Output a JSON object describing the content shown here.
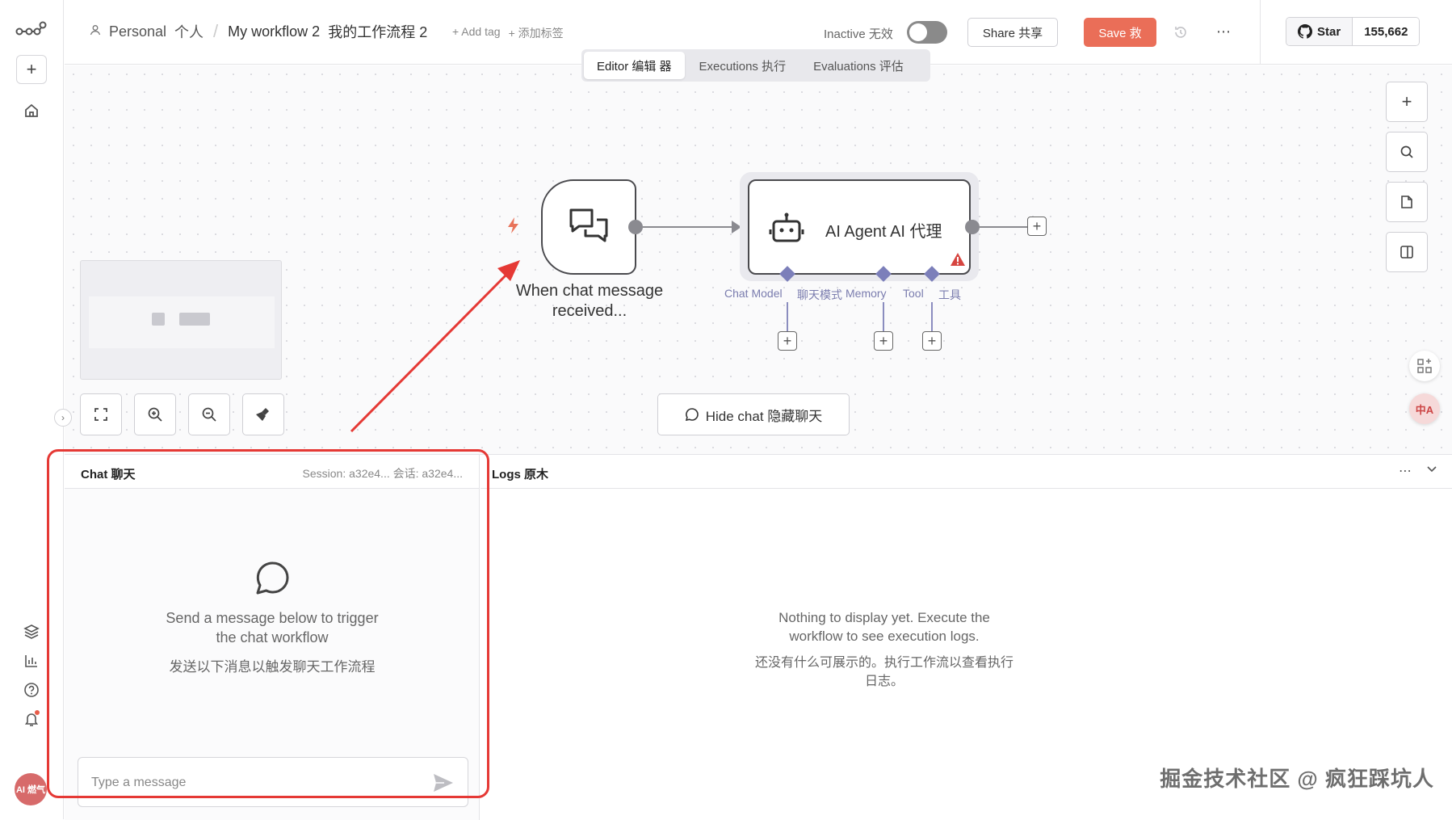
{
  "header": {
    "project": "Personal",
    "project_zh": "个人",
    "workflow_name": "My workflow 2",
    "workflow_name_zh": "我的工作流程 2",
    "add_tag": "+ Add tag",
    "add_tag_zh": "+ 添加标签",
    "status": "Inactive 无效",
    "share": "Share 共享",
    "save": "Save 救",
    "github_star": "Star",
    "github_count": "155,662"
  },
  "tabs": [
    {
      "label": "Editor 编辑 器",
      "active": true
    },
    {
      "label": "Executions 执行",
      "active": false
    },
    {
      "label": "Evaluations 评估",
      "active": false
    }
  ],
  "nodes": {
    "trigger_label": "When chat message received...",
    "agent_label": "AI Agent AI 代理",
    "sub_chat_model": "Chat Model",
    "sub_chat_model_zh": "聊天模式",
    "sub_memory": "Memory",
    "sub_tool": "Tool",
    "sub_tool_zh": "工具"
  },
  "canvas": {
    "hide_chat": "Hide chat 隐藏聊天"
  },
  "chat": {
    "title": "Chat 聊天",
    "session": "Session: a32e4... 会话: a32e4...",
    "empty_en": "Send a message below to trigger the chat workflow",
    "empty_zh": "发送以下消息以触发聊天工作流程",
    "input_placeholder": "Type a message"
  },
  "logs": {
    "title": "Logs 原木",
    "empty_en": "Nothing to display yet. Execute the workflow to see execution logs.",
    "empty_zh": "还没有什么可展示的。执行工作流以查看执行日志。"
  },
  "watermark": "掘金技术社区 @ 疯狂踩坑人",
  "avatar_text": "AI 燃气",
  "colors": {
    "save": "#ea6e58",
    "annotation": "#e53935",
    "sub_node": "#7c7fba"
  }
}
